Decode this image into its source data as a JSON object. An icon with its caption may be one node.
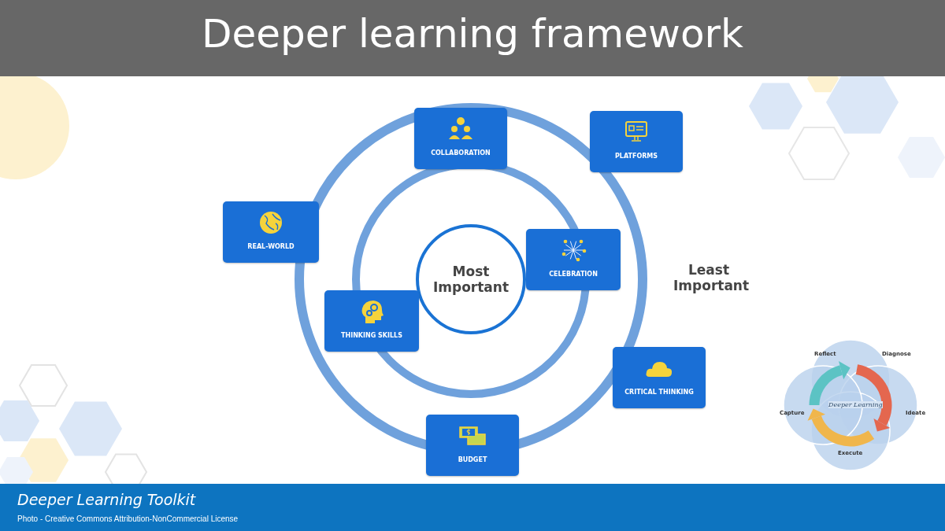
{
  "diagram": {
    "title": "Deeper learning framework",
    "nodes": [
      {
        "text": [
          "COLLABORATION"
        ]
      },
      {
        "text": [
          "PLATFORMS"
        ]
      },
      {
        "text": [
          "REAL-WORLD"
        ]
      },
      {
        "text": [
          "CELEBRATION"
        ]
      },
      {
        "text": [
          "Most Important"
        ]
      },
      {
        "text": [
          "THINKING SKILLS"
        ]
      },
      {
        "text": [
          "CRITICAL THINKING"
        ]
      },
      {
        "text": [
          "BUDGET"
        ]
      }
    ],
    "labels": [
      "Least Important",
      "Reflect",
      "Diagnose",
      "Deeper Learning",
      "Capture",
      "Ideate",
      "Execute",
      "Deeper Learning Toolkit",
      "Photo - Creative Commons Attribution-NonCommercial License"
    ]
  }
}
